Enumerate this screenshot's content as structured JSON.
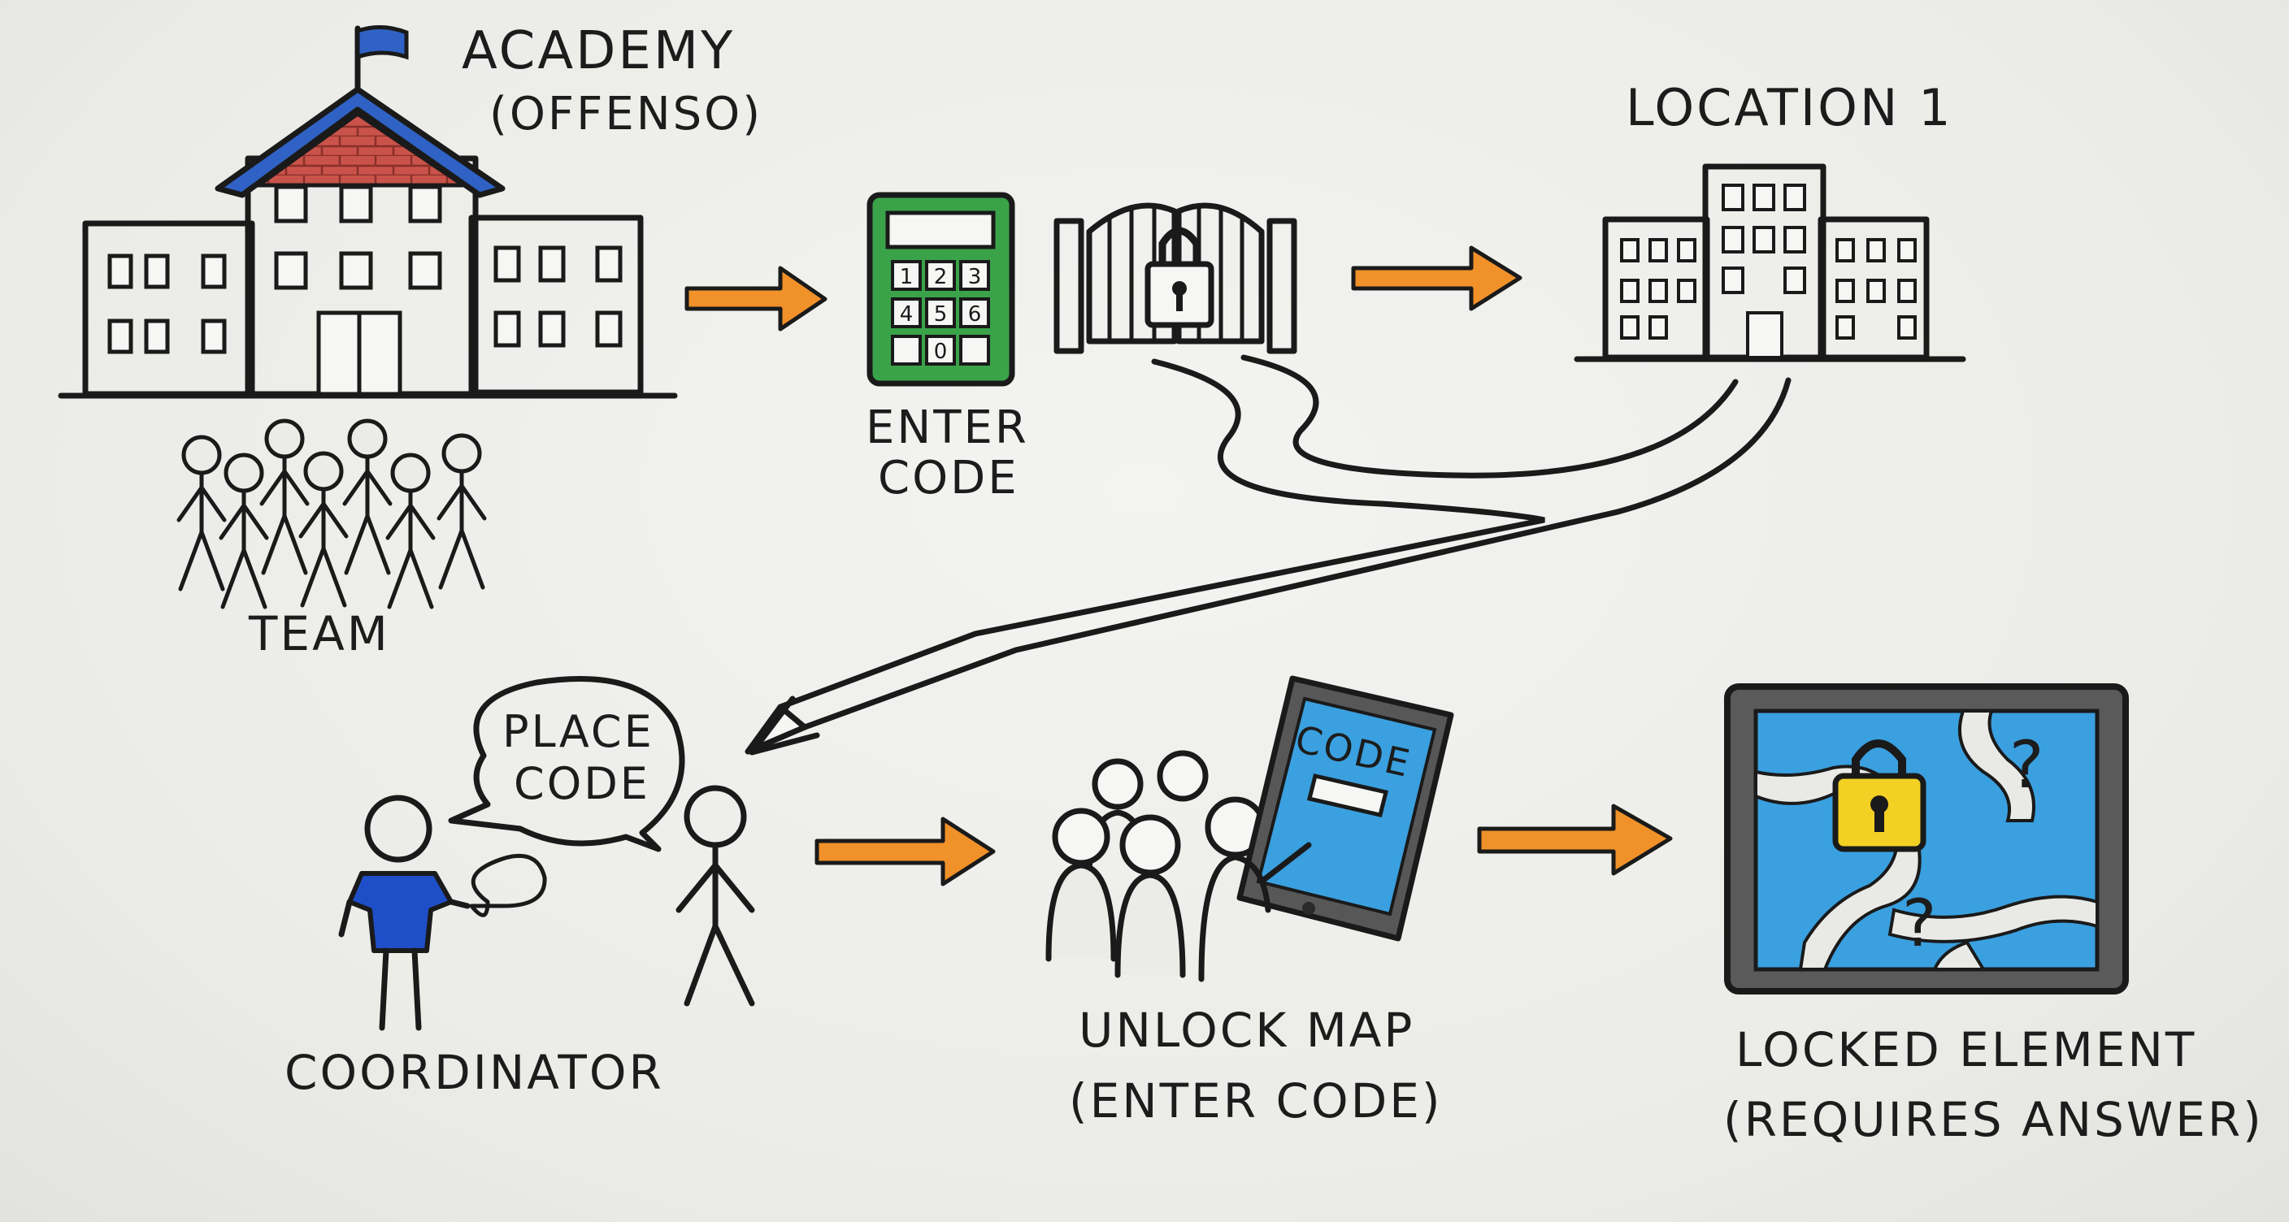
{
  "labels": {
    "academy": "ACADEMY",
    "academy_sub": "(OFFENSO)",
    "team": "TEAM",
    "enter_code_1": "ENTER",
    "enter_code_2": "CODE",
    "location": "LOCATION 1",
    "place_code_1": "PLACE",
    "place_code_2": "CODE",
    "coordinator": "COORDINATOR",
    "tablet_code": "CODE",
    "unlock_map": "UNLOCK MAP",
    "unlock_map_sub": "(ENTER CODE)",
    "locked_element": "LOCKED ELEMENT",
    "locked_element_sub": "(REQUIRES ANSWER)",
    "question_mark": "?"
  },
  "keypad_keys": [
    "1",
    "2",
    "3",
    "4",
    "5",
    "6",
    "0"
  ],
  "colors": {
    "brick": "#c9534a",
    "roof": "#2f62c4",
    "keypad": "#3aa34a",
    "arrow": "#f0912a",
    "shirt": "#1f4fc8",
    "map_water": "#3aa0e0",
    "lock_gold": "#f2d024",
    "ink": "#1a1a1a"
  },
  "icons": [
    "academy-building-icon",
    "flag-icon",
    "keypad-icon",
    "locked-gate-icon",
    "location-building-icon",
    "stick-figure-team-icon",
    "speech-bubble-icon",
    "tablet-icon",
    "locked-map-icon",
    "padlock-icon"
  ]
}
